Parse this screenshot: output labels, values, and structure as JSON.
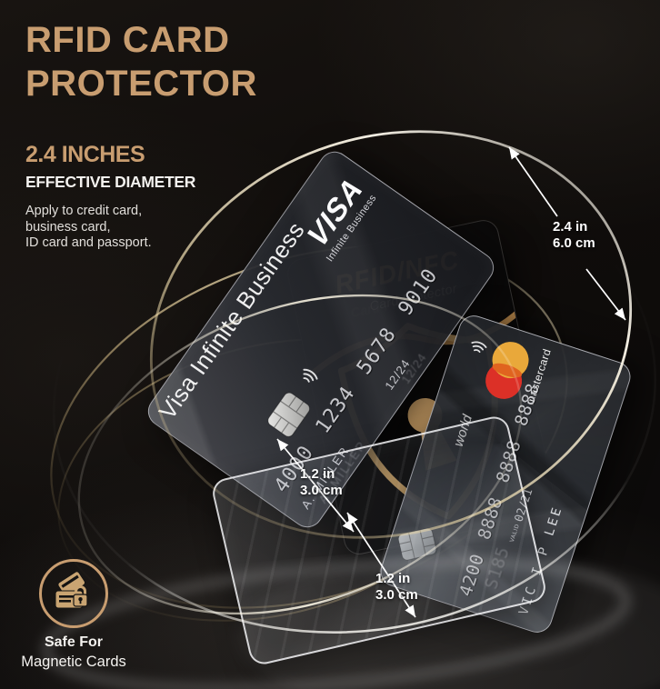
{
  "poster": {
    "title_line1": "RFID CARD",
    "title_line2": "PROTECTOR",
    "size_heading": "2.4 INCHES",
    "size_subheading": "EFFECTIVE DIAMETER",
    "description_lines": [
      "Apply to credit card,",
      "business card,",
      "ID card and passport."
    ],
    "accent_color": "#c89d70",
    "swirl_color": "#e9d6a8"
  },
  "measurements": {
    "diameter": {
      "inches": "2.4 in",
      "cm": "6.0 cm"
    },
    "slot_upper": {
      "inches": "1.2 in",
      "cm": "3.0 cm"
    },
    "slot_lower": {
      "inches": "1.2 in",
      "cm": "3.0 cm"
    }
  },
  "visa_card": {
    "edge_label": "Visa Infinite Business",
    "brand": "VISA",
    "tier": "Infinite Business",
    "number": "4000 1234 5678 9010",
    "holder": "A. MILLER",
    "expiry": "12/24"
  },
  "protector_card": {
    "title": "RFID/NFC",
    "subtitle": "Card Protector"
  },
  "master_card": {
    "tier": "world",
    "number": "4200 8888 8888 8888",
    "valid_label": "VALID",
    "expiry": "02/21",
    "holder": "VIC I P LEE",
    "brand": "mastercard",
    "ghost_digits": "S185",
    "logo_red": "#dc3027",
    "logo_yellow": "#e9a83a"
  },
  "badge": {
    "line1": "Safe For",
    "line2": "Magnetic Cards"
  }
}
